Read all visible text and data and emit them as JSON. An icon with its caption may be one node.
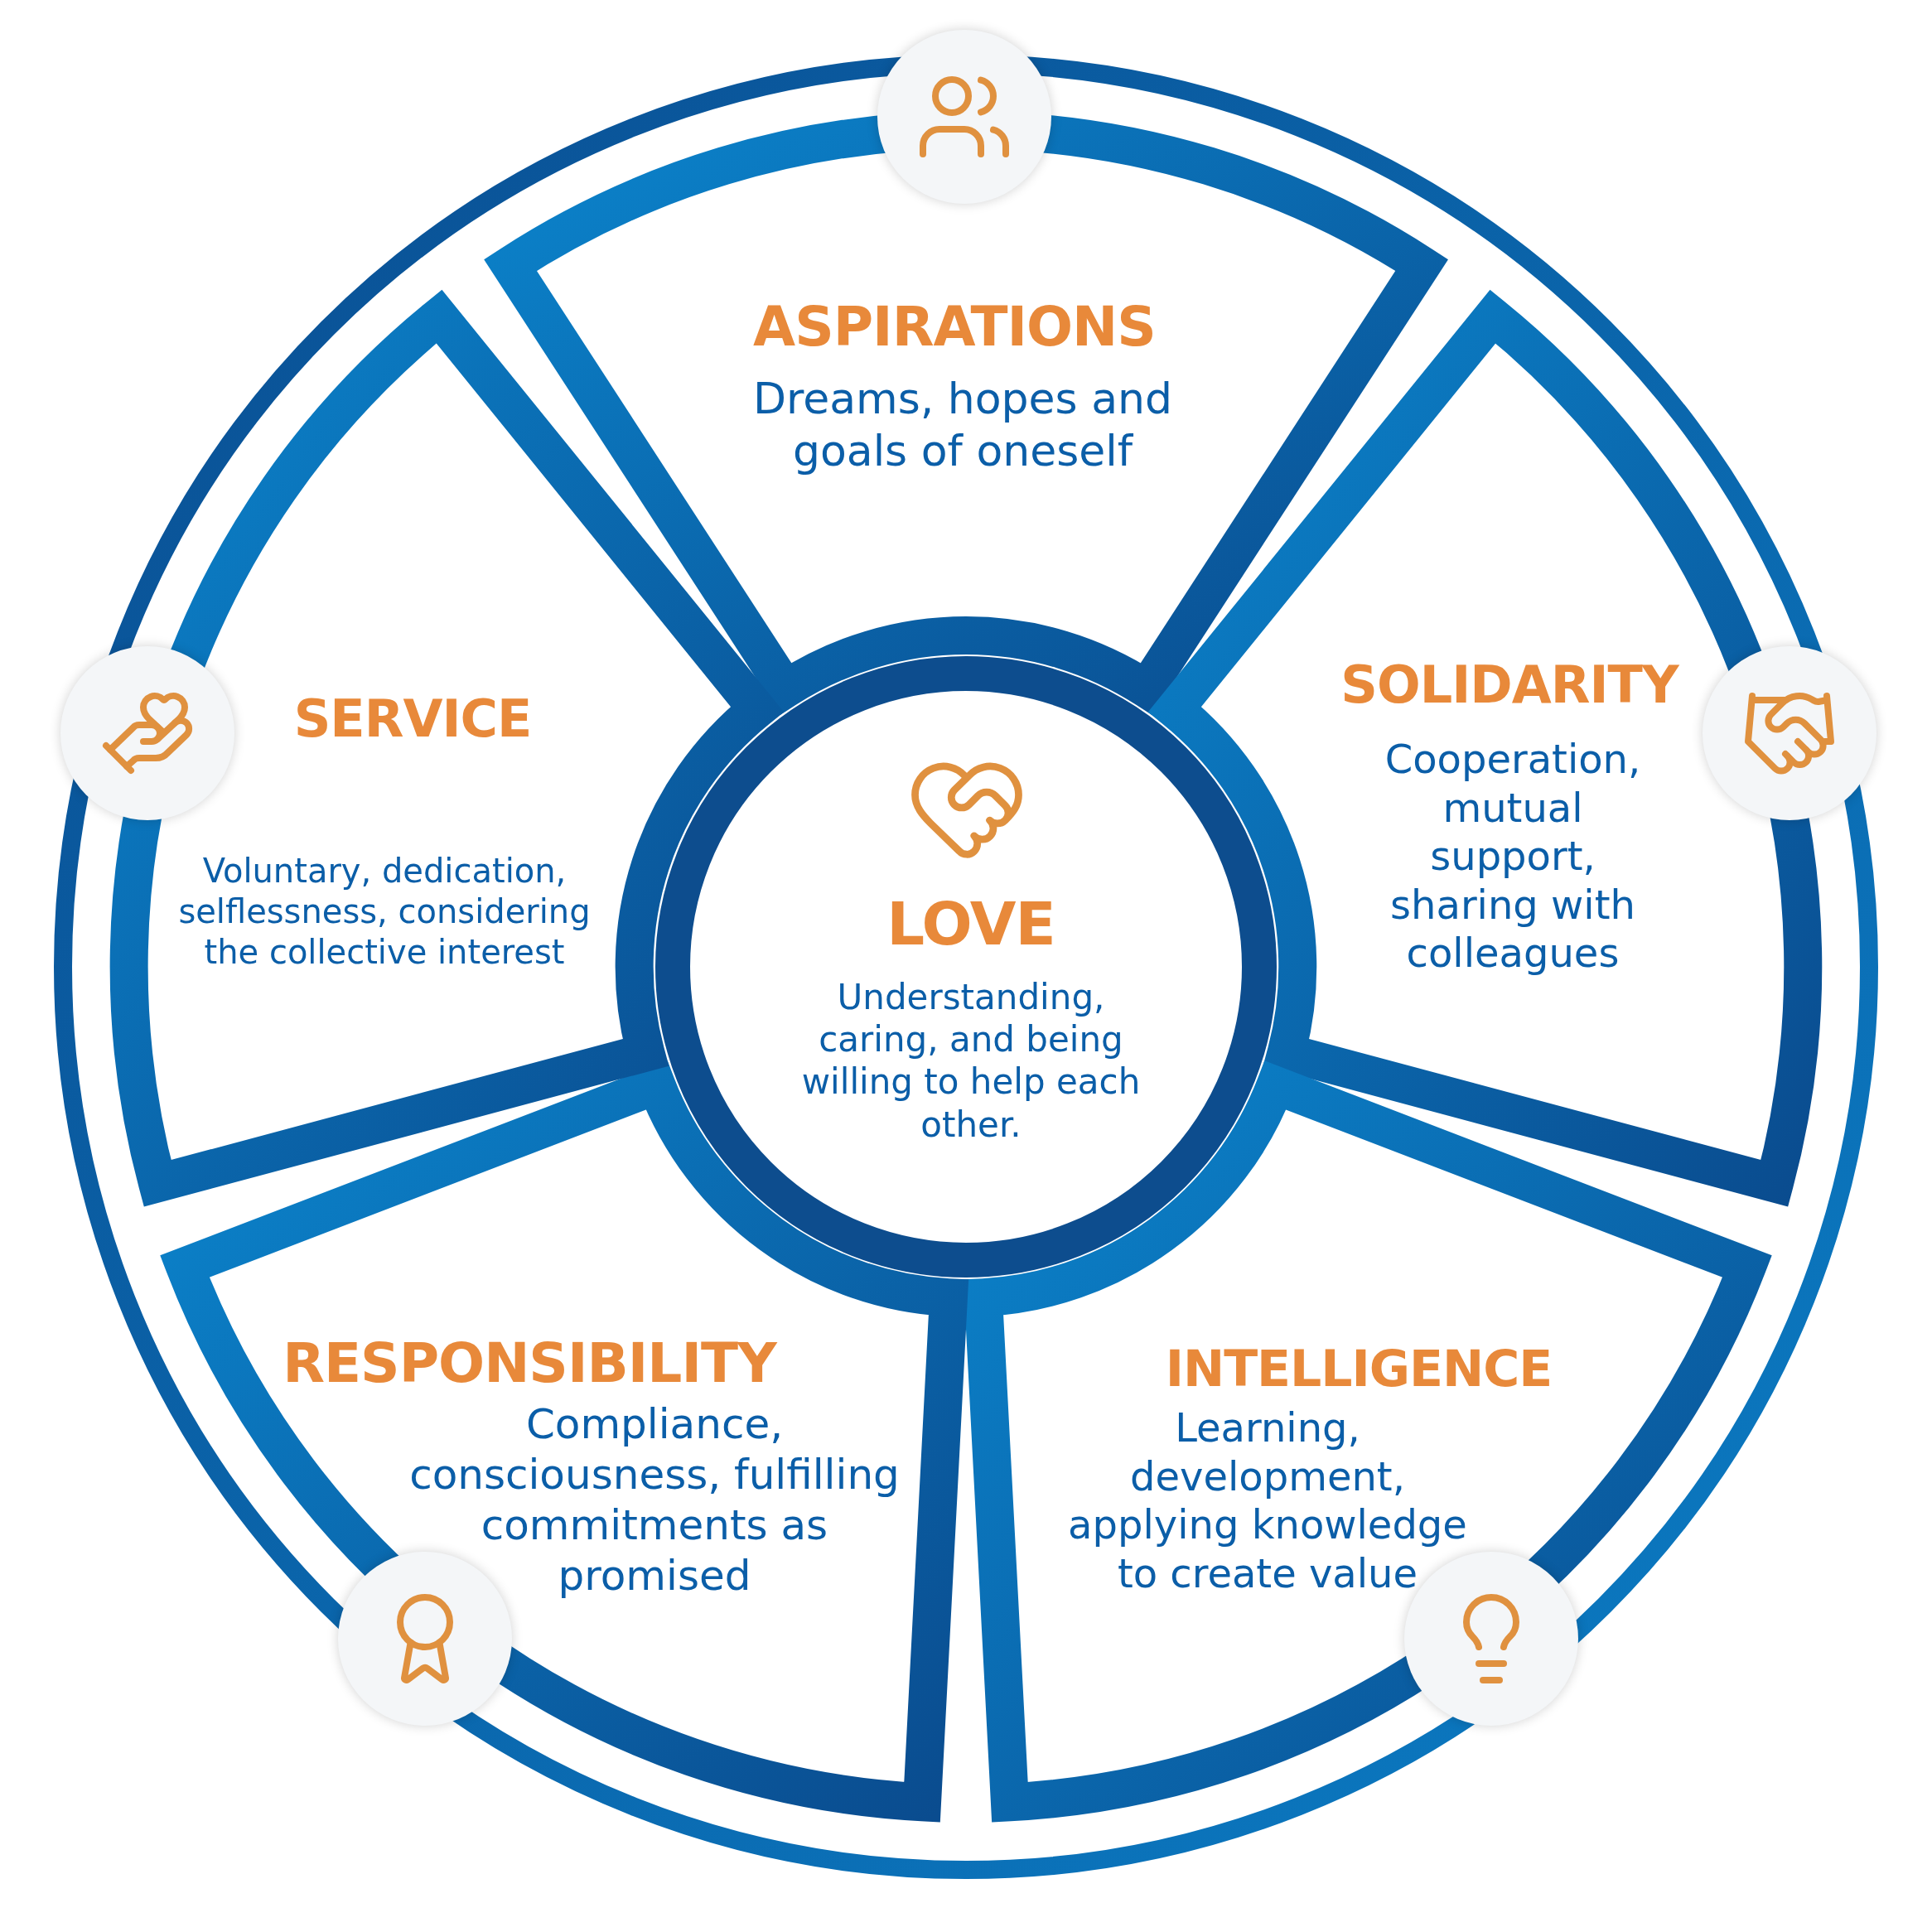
{
  "diagram": {
    "nodes": [
      {
        "text": [
          "ASPIRATIONS",
          "Dreams, hopes and goals of oneself"
        ]
      },
      {
        "text": [
          "SOLIDARITY",
          "Cooperation, mutual support, sharing with colleagues"
        ]
      },
      {
        "text": [
          "INTELLIGENCE",
          "Learning, development, applying knowledge to create value"
        ]
      },
      {
        "text": [
          "RESPONSIBILITY",
          "Compliance, consciousness, fulfilling commitments as promised"
        ]
      },
      {
        "text": [
          "SERVICE",
          "Voluntary, dedication, selflessness, considering the collective interest"
        ]
      },
      {
        "text": [
          "LOVE",
          "Understanding, caring, and being willing to help each other."
        ]
      }
    ]
  }
}
